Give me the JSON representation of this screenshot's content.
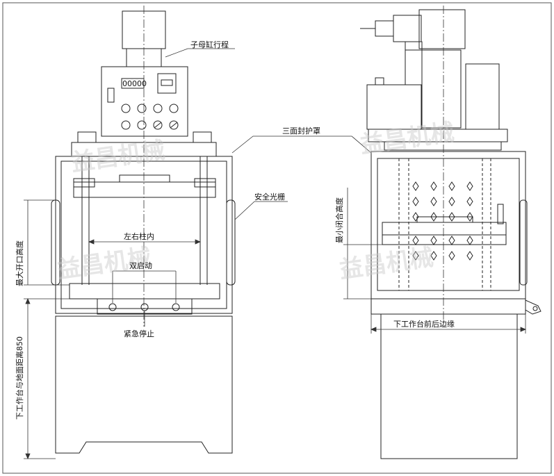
{
  "labels": {
    "sub_cylinder_stroke": "子母缸行程",
    "three_side_cover": "三面封护罩",
    "safety_light_curtain": "安全光栅",
    "inner_column_spacing": "左右柱内",
    "dual_start": "双启动",
    "emergency_stop": "紧急停止",
    "max_opening_height": "最大开口高度",
    "table_to_floor": "下工作台与地面距离850",
    "min_closed_height": "最小闭合高度",
    "table_front_back": "下工作台前后边缘"
  },
  "panel_display": "00000",
  "watermark": [
    "益昌机械",
    "益昌机械",
    "益昌机械",
    "益昌机械"
  ]
}
